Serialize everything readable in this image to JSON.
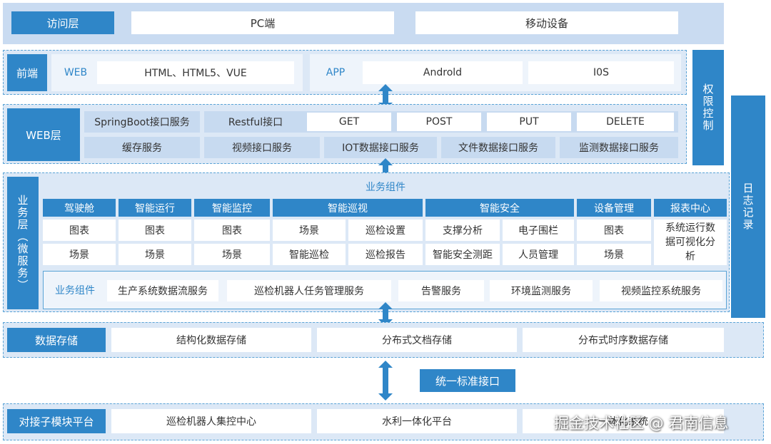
{
  "access": {
    "label": "访问层",
    "items": [
      "PC端",
      "移动设备"
    ]
  },
  "frontend": {
    "label": "前端",
    "web_tag": "WEB",
    "web_items": "HTML、HTML5、VUE",
    "app_tag": "APP",
    "app_items": [
      "Androld",
      "I0S"
    ]
  },
  "side": {
    "perm": "权限控制",
    "log": "日志记录"
  },
  "weblayer": {
    "label": "WEB层",
    "row1": [
      "SpringBoot接口服务",
      "Restful接口",
      "GET",
      "POST",
      "PUT",
      "DELETE"
    ],
    "row2": [
      "缓存服务",
      "视频接口服务",
      "IOT数据接口服务",
      "文件数据接口服务",
      "监测数据接口服务"
    ]
  },
  "business": {
    "label": "业务层（微服务）",
    "title": "业务组件",
    "headers": [
      "驾驶舱",
      "智能运行",
      "智能监控",
      "智能巡视",
      "智能安全",
      "设备管理",
      "报表中心"
    ],
    "row1": [
      "图表",
      "图表",
      "图表",
      "场景",
      "巡检设置",
      "支撑分析",
      "电子围栏",
      "图表"
    ],
    "row2": [
      "场景",
      "场景",
      "场景",
      "智能巡检",
      "巡检报告",
      "智能安全测距",
      "人员管理",
      "场景"
    ],
    "report": "系统运行数据可视化分析",
    "components_label": "业务组件",
    "components": [
      "生产系统数据流服务",
      "巡检机器人任务管理服务",
      "告警服务",
      "环境监测服务",
      "视频监控系统服务"
    ]
  },
  "storage": {
    "label": "数据存储",
    "items": [
      "结构化数据存储",
      "分布式文档存储",
      "分布式时序数据存储"
    ]
  },
  "interface": "统一标准接口",
  "platform": {
    "label": "对接子模块平台",
    "items": [
      "巡检机器人集控中心",
      "水利一体化平台",
      "一体化系统"
    ]
  },
  "watermark": "掘金技术社区 @ 君南信息"
}
